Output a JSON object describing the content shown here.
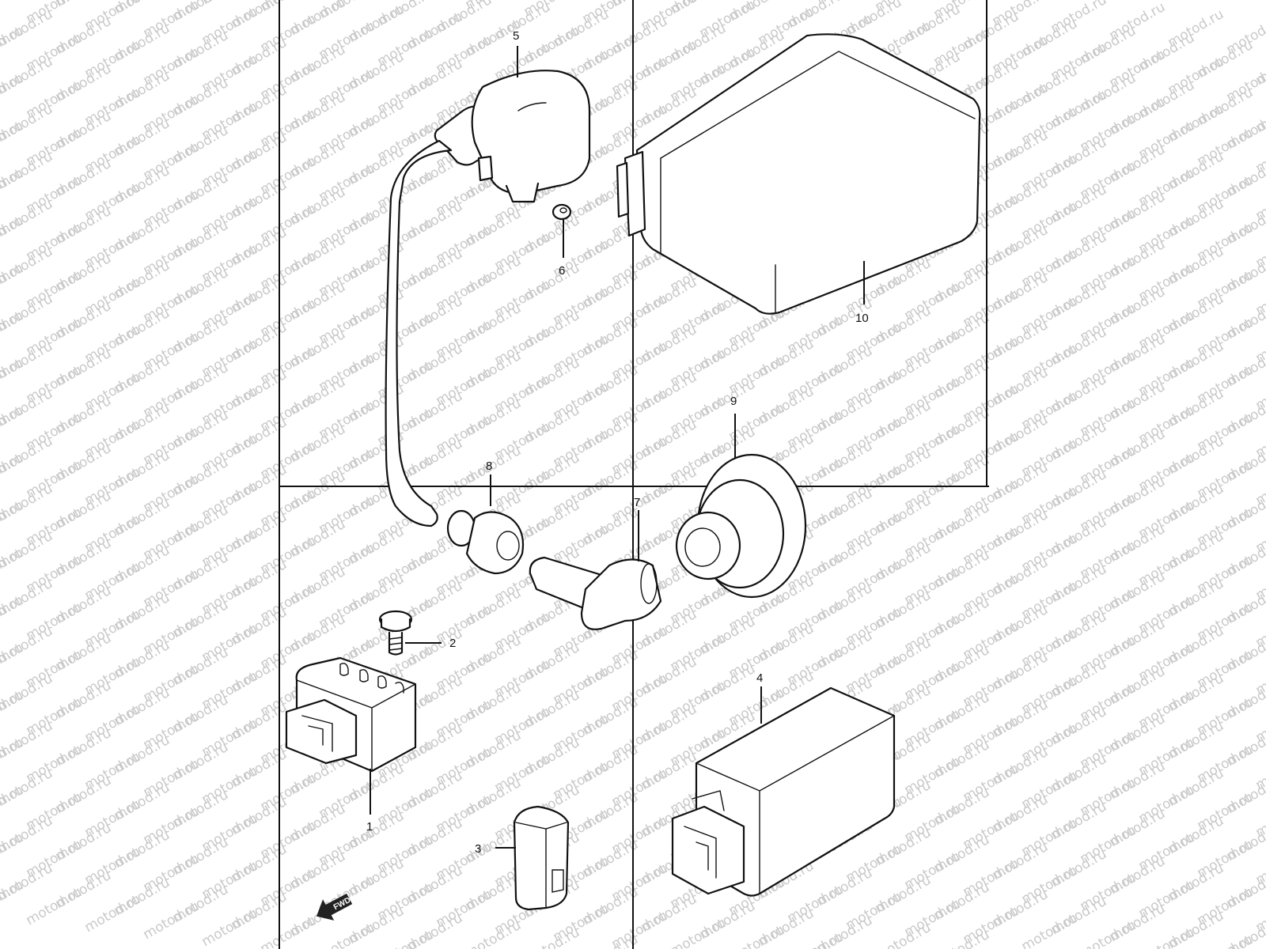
{
  "watermark": "motod.ru",
  "callouts": {
    "c1": "1",
    "c2": "2",
    "c3": "3",
    "c4": "4",
    "c5": "5",
    "c6": "6",
    "c7": "7",
    "c8": "8",
    "c9": "9",
    "c10": "10"
  },
  "fwd_label": "FWD"
}
